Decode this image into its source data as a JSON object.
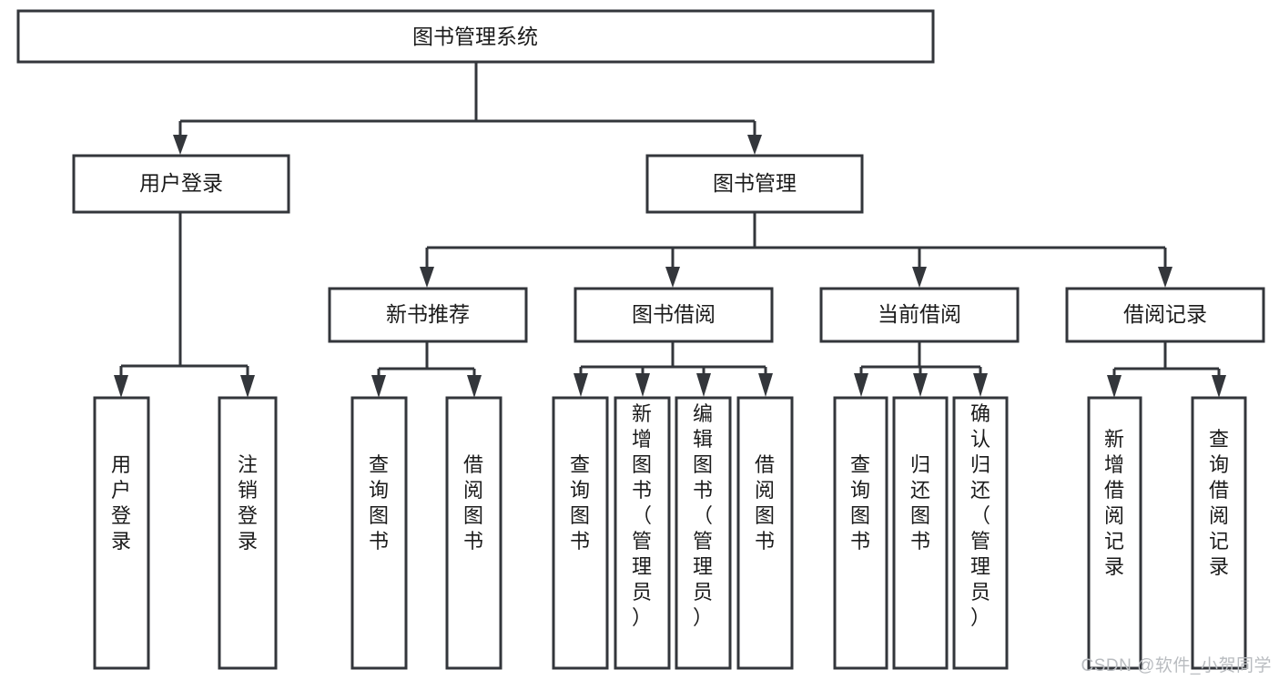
{
  "diagram": {
    "type": "tree",
    "title": "图书管理系统",
    "watermark": "CSDN @软件_小贺同学",
    "colors": {
      "stroke": "#33363b",
      "fill": "#ffffff",
      "text": "#1b1b1b",
      "watermark": "#b9bcc0",
      "background": "#ffffff"
    },
    "nodes": {
      "root": {
        "label": "图书管理系统",
        "level": 1,
        "orientation": "horizontal"
      },
      "l2_1": {
        "label": "用户登录",
        "level": 2,
        "orientation": "horizontal"
      },
      "l2_2": {
        "label": "图书管理",
        "level": 2,
        "orientation": "horizontal"
      },
      "l3_1": {
        "label": "新书推荐",
        "level": 3,
        "orientation": "horizontal"
      },
      "l3_2": {
        "label": "图书借阅",
        "level": 3,
        "orientation": "horizontal"
      },
      "l3_3": {
        "label": "当前借阅",
        "level": 3,
        "orientation": "horizontal"
      },
      "l3_4": {
        "label": "借阅记录",
        "level": 3,
        "orientation": "horizontal"
      },
      "leaf_1": {
        "label": "用户登录",
        "level": 4,
        "orientation": "vertical"
      },
      "leaf_2": {
        "label": "注销登录",
        "level": 4,
        "orientation": "vertical"
      },
      "leaf_3": {
        "label": "查询图书",
        "level": 4,
        "orientation": "vertical"
      },
      "leaf_4": {
        "label": "借阅图书",
        "level": 4,
        "orientation": "vertical"
      },
      "leaf_5": {
        "label": "查询图书",
        "level": 4,
        "orientation": "vertical"
      },
      "leaf_6": {
        "label": "新增图书（管理员）",
        "level": 4,
        "orientation": "vertical"
      },
      "leaf_7": {
        "label": "编辑图书（管理员）",
        "level": 4,
        "orientation": "vertical"
      },
      "leaf_8": {
        "label": "借阅图书",
        "level": 4,
        "orientation": "vertical"
      },
      "leaf_9": {
        "label": "查询图书",
        "level": 4,
        "orientation": "vertical"
      },
      "leaf_10": {
        "label": "归还图书",
        "level": 4,
        "orientation": "vertical"
      },
      "leaf_11": {
        "label": "确认归还（管理员）",
        "level": 4,
        "orientation": "vertical"
      },
      "leaf_12": {
        "label": "新增借阅记录",
        "level": 4,
        "orientation": "vertical"
      },
      "leaf_13": {
        "label": "查询借阅记录",
        "level": 4,
        "orientation": "vertical"
      }
    },
    "edges": [
      {
        "from": "root",
        "to": "l2_1"
      },
      {
        "from": "root",
        "to": "l2_2"
      },
      {
        "from": "l2_1",
        "to": "leaf_1"
      },
      {
        "from": "l2_1",
        "to": "leaf_2"
      },
      {
        "from": "l2_2",
        "to": "l3_1"
      },
      {
        "from": "l2_2",
        "to": "l3_2"
      },
      {
        "from": "l2_2",
        "to": "l3_3"
      },
      {
        "from": "l2_2",
        "to": "l3_4"
      },
      {
        "from": "l3_1",
        "to": "leaf_3"
      },
      {
        "from": "l3_1",
        "to": "leaf_4"
      },
      {
        "from": "l3_2",
        "to": "leaf_5"
      },
      {
        "from": "l3_2",
        "to": "leaf_6"
      },
      {
        "from": "l3_2",
        "to": "leaf_7"
      },
      {
        "from": "l3_2",
        "to": "leaf_8"
      },
      {
        "from": "l3_3",
        "to": "leaf_9"
      },
      {
        "from": "l3_3",
        "to": "leaf_10"
      },
      {
        "from": "l3_3",
        "to": "leaf_11"
      },
      {
        "from": "l3_4",
        "to": "leaf_12"
      },
      {
        "from": "l3_4",
        "to": "leaf_13"
      }
    ]
  }
}
